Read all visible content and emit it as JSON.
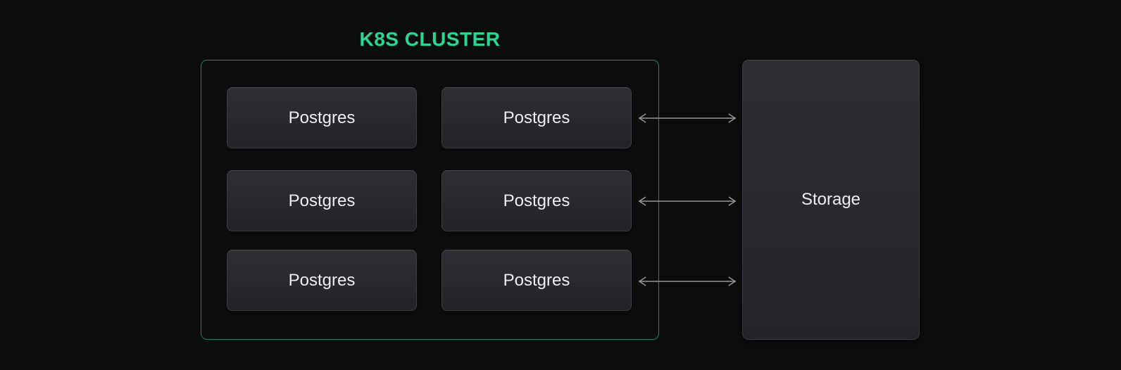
{
  "diagram": {
    "cluster": {
      "title": "K8S CLUSTER",
      "nodes": [
        {
          "label": "Postgres"
        },
        {
          "label": "Postgres"
        },
        {
          "label": "Postgres"
        },
        {
          "label": "Postgres"
        },
        {
          "label": "Postgres"
        },
        {
          "label": "Postgres"
        }
      ]
    },
    "storage": {
      "label": "Storage"
    },
    "connections": [
      {
        "from": "postgres-row-1-col-2",
        "to": "storage",
        "type": "bidirectional"
      },
      {
        "from": "postgres-row-2-col-2",
        "to": "storage",
        "type": "bidirectional"
      },
      {
        "from": "postgres-row-3-col-2",
        "to": "storage",
        "type": "bidirectional"
      }
    ],
    "colors": {
      "background": "#0b0c0c",
      "cluster_border": "#2b8060",
      "title_green": "#29d795",
      "node_background_top": "#2e2e33",
      "node_background_bottom": "#232327",
      "node_border": "#3d3d43",
      "node_text": "#eceef0",
      "arrow": "#95959a"
    }
  }
}
